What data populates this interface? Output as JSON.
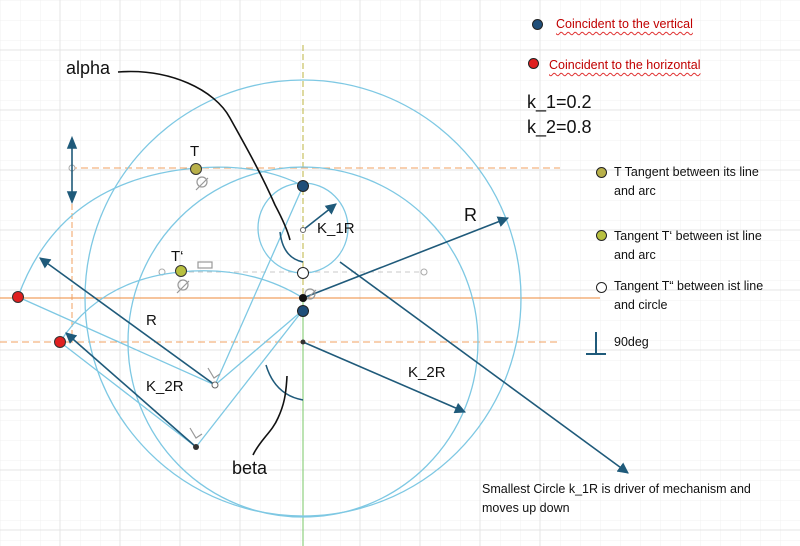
{
  "colors": {
    "vertical_dot": "#1f4e79",
    "horizontal_dot": "#e02020",
    "tangent_T": "#b8b04a",
    "tangent_T1": "#b8c040",
    "tangent_T2": "#ffffff",
    "curve": "#7ec8e3",
    "arrow": "#1f5a7a",
    "orange_line": "#f0a060"
  },
  "labels": {
    "alpha": "alpha",
    "beta": "beta",
    "T": "T",
    "T1": "T‘",
    "R_right": "R",
    "R_left": "R",
    "k1R": "K_1R",
    "k2R_left": "K_2R",
    "k2R_right": "K_2R"
  },
  "params": {
    "k1": "k_1=0.2",
    "k2": "k_2=0.8"
  },
  "legend": {
    "vertical": "Coincident to the vertical",
    "horizontal": "Coincident to the horizontal",
    "tangent_T_line1": "T Tangent between its line",
    "tangent_T_line2": "and arc",
    "tangent_T1_line1": "Tangent T‘ between ist line",
    "tangent_T1_line2": "and arc",
    "tangent_T2_line1": "Tangent T“ between ist line",
    "tangent_T2_line2": "and circle",
    "perp": "90deg"
  },
  "note": {
    "line1": "Smallest Circle k_1R is driver of mechanism and",
    "line2": "moves up down"
  }
}
